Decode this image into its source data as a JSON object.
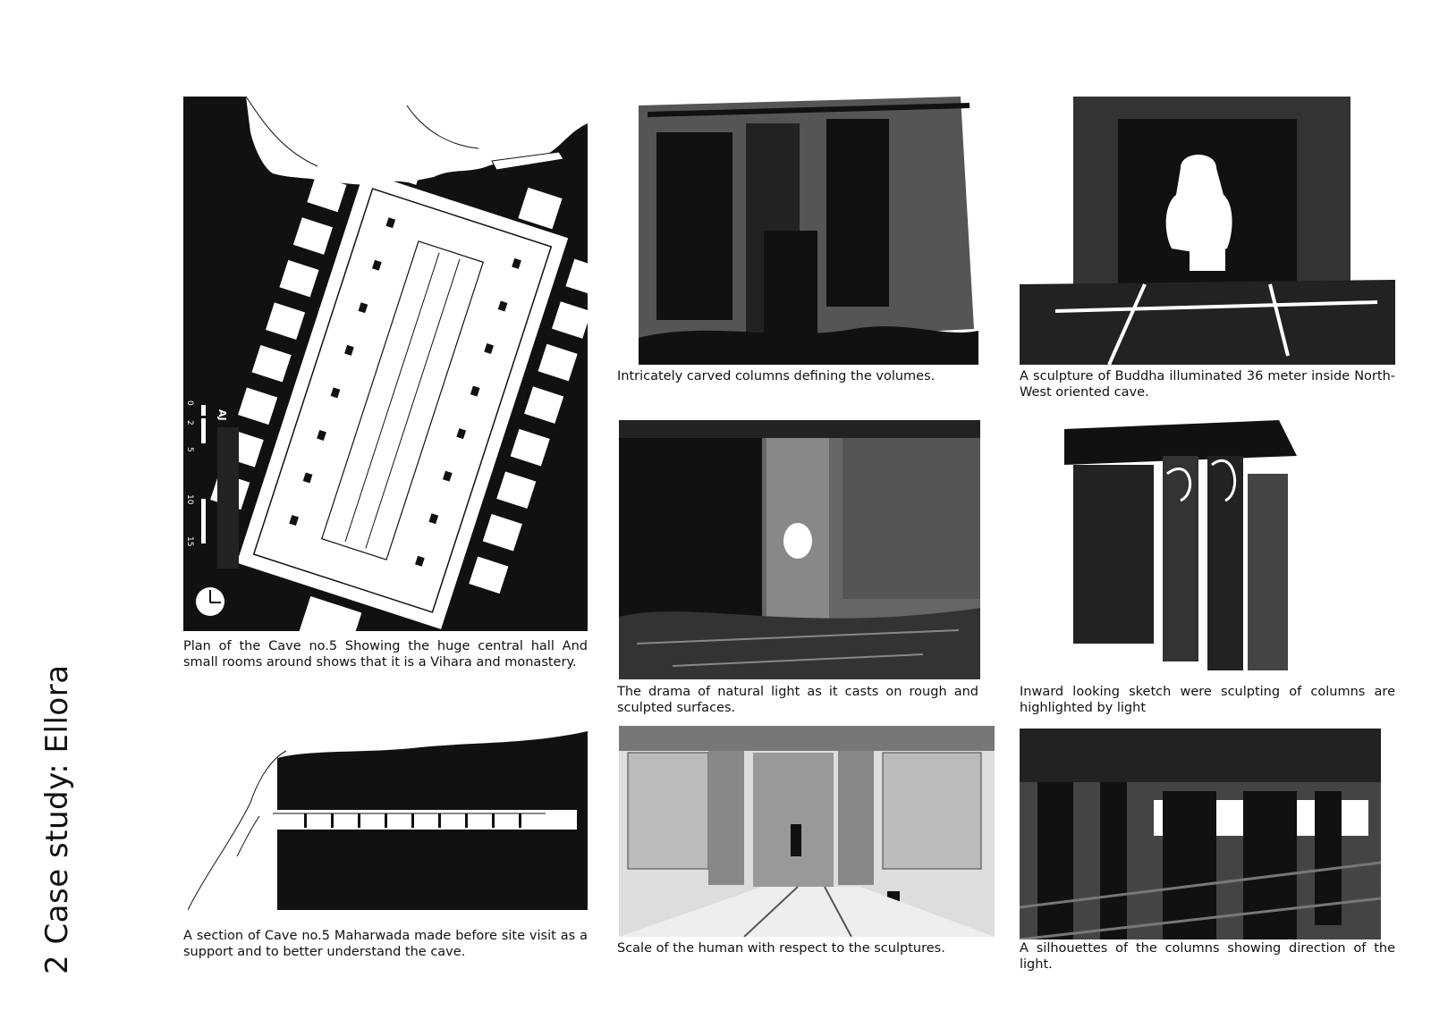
{
  "page": {
    "side_title": "2 Case study:  Ellora"
  },
  "plan": {
    "scale_initials": "AJ",
    "scale_ticks": [
      "0",
      "2",
      "5",
      "10",
      "15"
    ],
    "caption": "Plan of the Cave no.5 Showing the huge central hall And small rooms around shows that it is a Vihara and monastery."
  },
  "section": {
    "caption": "A section of Cave no.5 Maharwada made before site visit as a support and to better understand the cave."
  },
  "sketches": [
    {
      "id": "columns",
      "caption": "Intricately carved columns defining the volumes."
    },
    {
      "id": "buddha",
      "caption": "A sculpture of Buddha illuminated 36 meter inside North-West oriented cave."
    },
    {
      "id": "light-drama",
      "caption": "The drama of natural light as it casts on rough and sculpted surfaces."
    },
    {
      "id": "inward",
      "caption": "Inward looking sketch were sculpting of columns are highlighted by light"
    },
    {
      "id": "human-scale",
      "caption": "Scale of the human with respect to the sculptures."
    },
    {
      "id": "silhouettes",
      "caption": "A silhouettes of the columns showing direction of the light."
    }
  ],
  "colors": {
    "ink": "#111111",
    "paper": "#ffffff",
    "grey_ink": "#555555"
  }
}
